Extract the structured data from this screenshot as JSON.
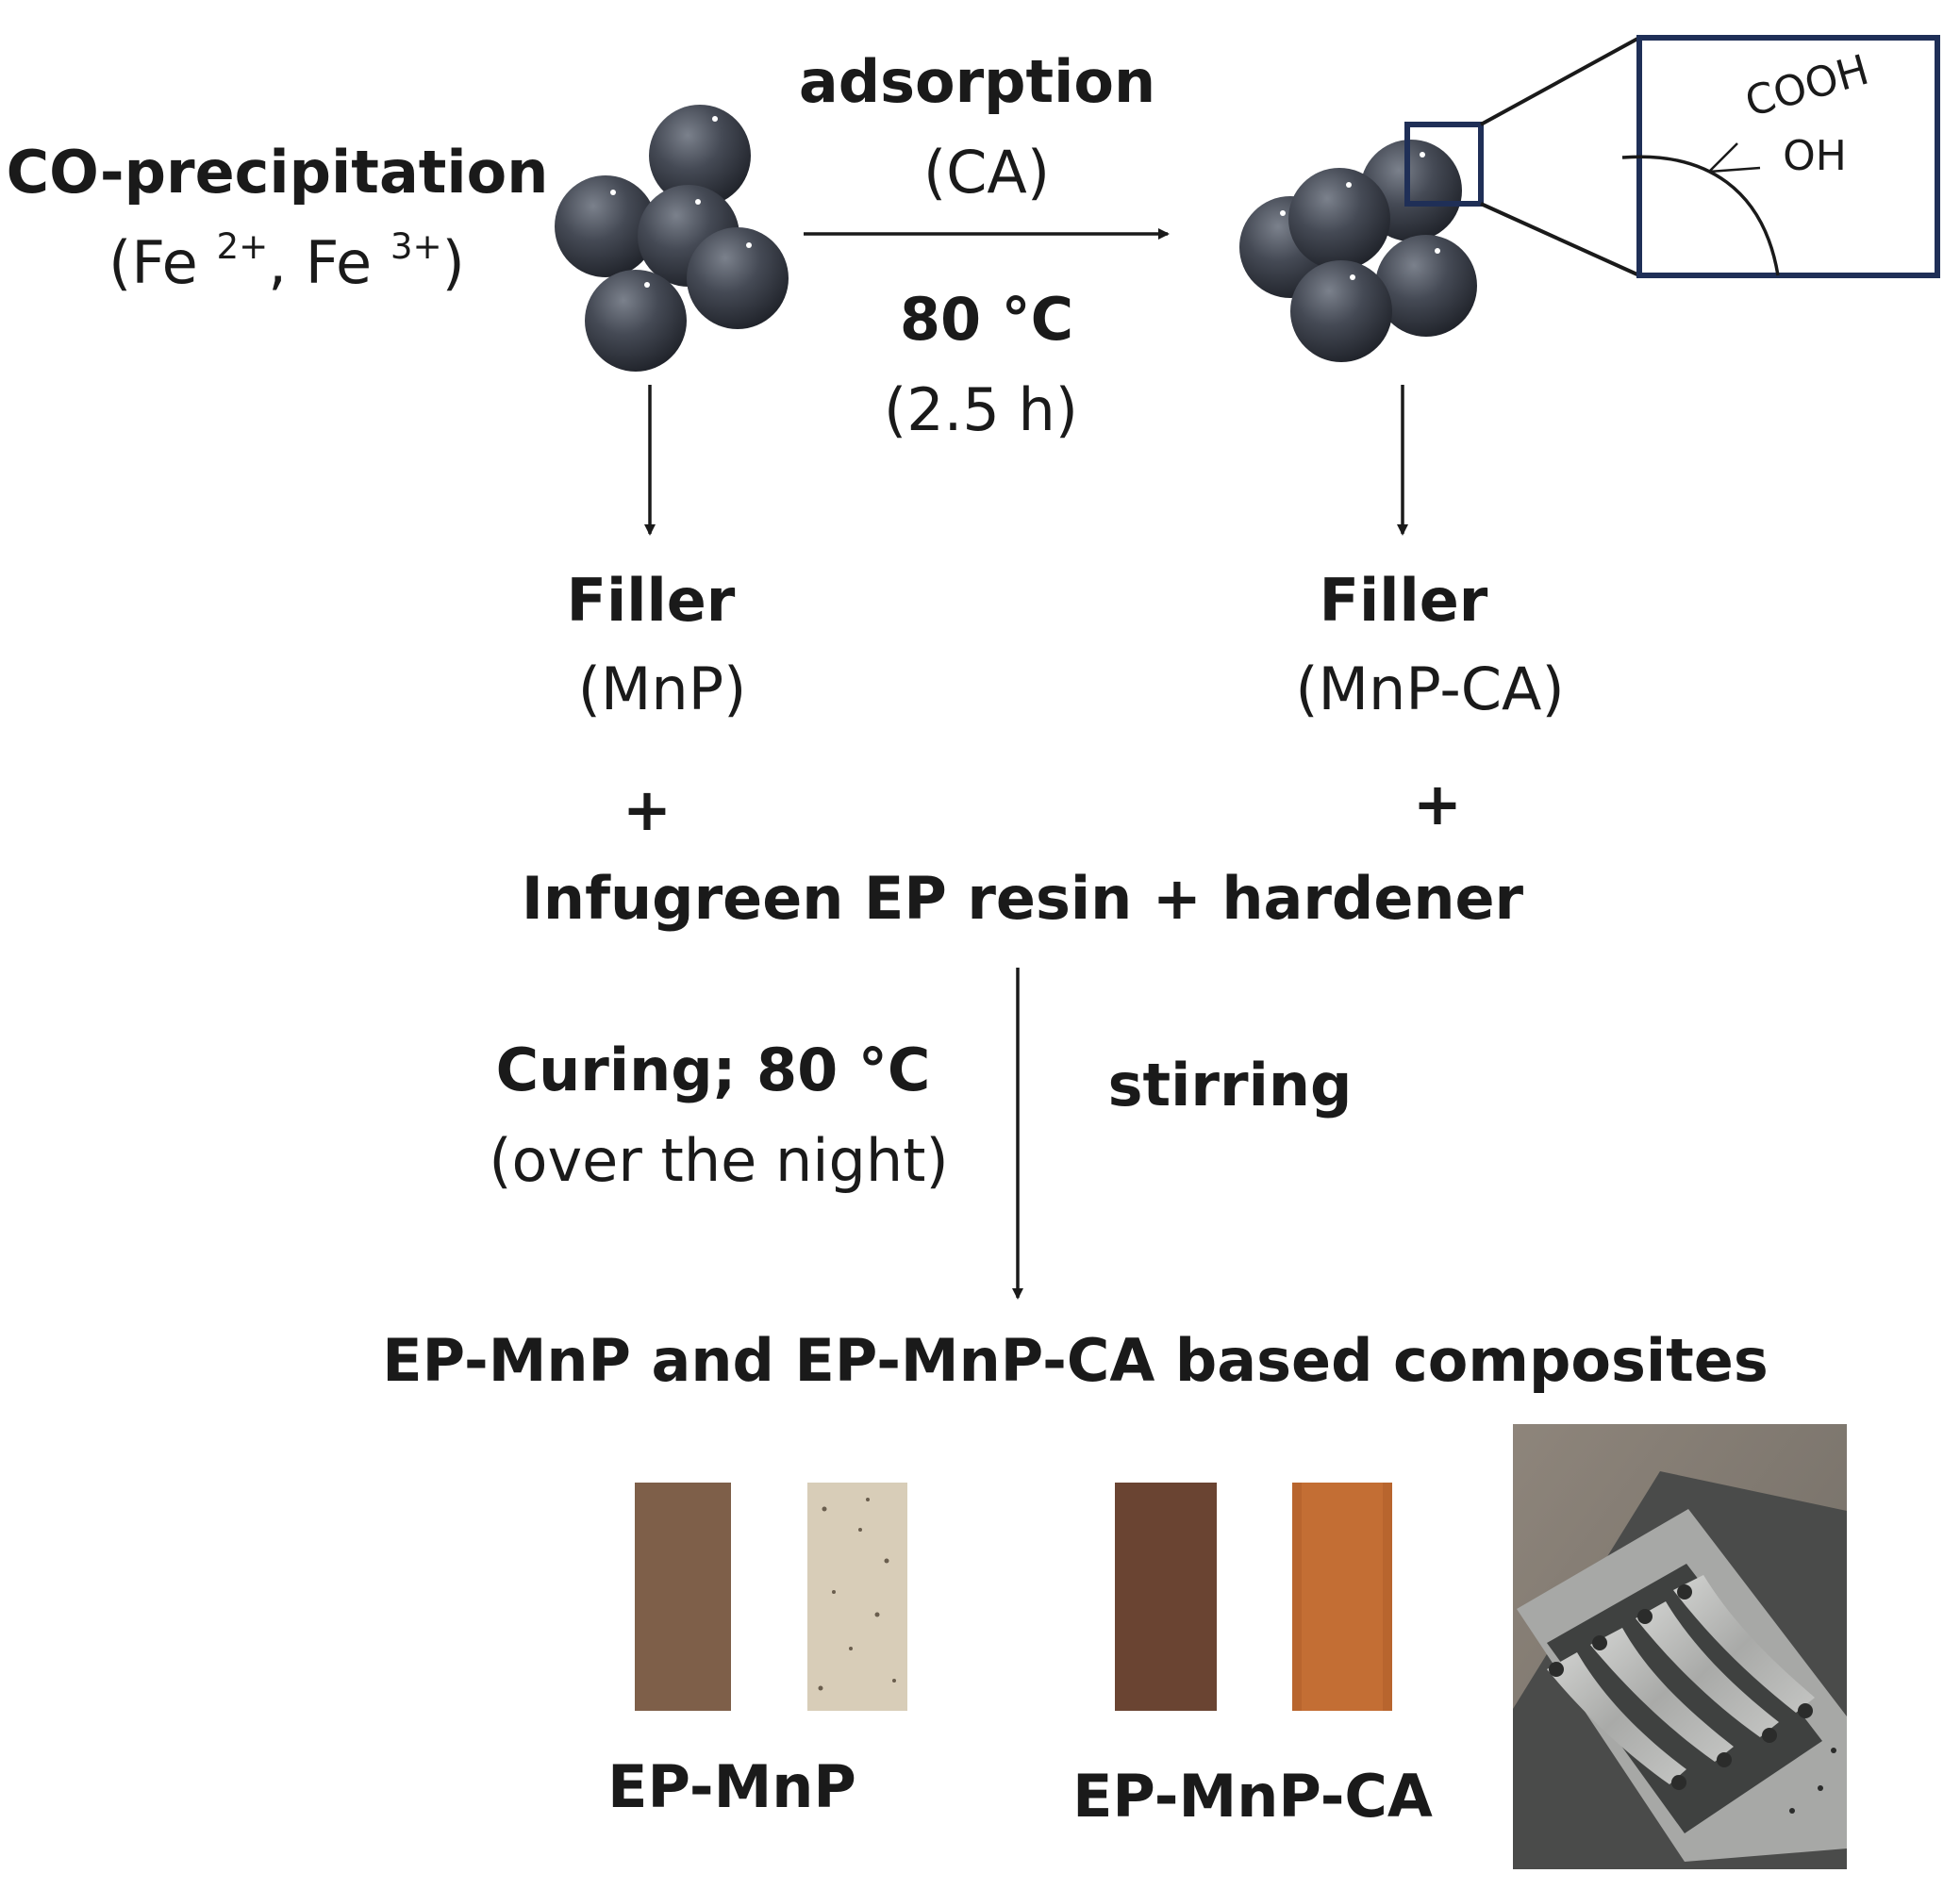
{
  "steps": {
    "coprecipitation": {
      "title": "CO-precipitation",
      "ions_open": "(Fe ",
      "ion1_charge": "2+",
      "ion_sep": ", Fe ",
      "ion2_charge": "3+",
      "ions_close": ")"
    },
    "adsorption": {
      "title": "adsorption",
      "agent": "(CA)"
    },
    "adsorption_conditions": {
      "temperature": "80 °C",
      "time": "(2.5 h)"
    },
    "inset": {
      "group1": "COOH",
      "group2": "OH"
    },
    "filler_left": {
      "title": "Filler",
      "name": "(MnP)",
      "plus": "+"
    },
    "filler_right": {
      "title": "Filler",
      "name": "(MnP-CA)",
      "plus": "+"
    },
    "resin": {
      "label": "Infugreen EP resin + hardener"
    },
    "curing": {
      "title": "Curing; 80 °C",
      "duration": "(over the night)"
    },
    "stirring": {
      "label": "stirring"
    },
    "result": {
      "label": "EP-MnP and EP-MnP-CA based composites"
    },
    "samples": {
      "left_label": "EP-MnP",
      "right_label": "EP-MnP-CA"
    }
  },
  "colors": {
    "particle": "#3b3f48",
    "inset_frame": "#1f2f57",
    "arrow": "#1a1a1a",
    "sample_1": "#8a6a52",
    "sample_2": "#d8cdb8",
    "sample_3": "#6a4432",
    "sample_4": "#b8652e",
    "mold_background": "#4a4b4a",
    "mold_metal": "#b7b8b6"
  }
}
